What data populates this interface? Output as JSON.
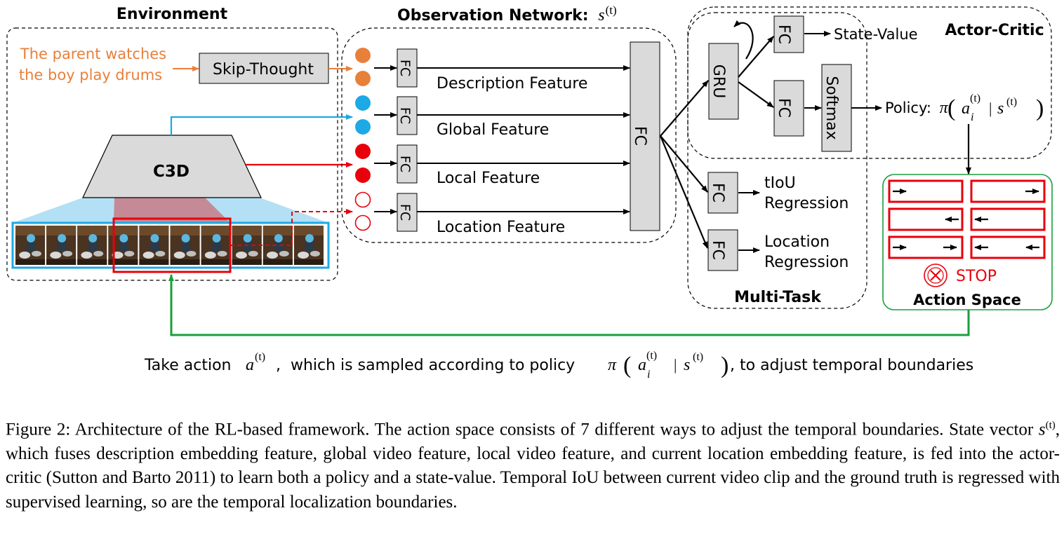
{
  "environment": {
    "title": "Environment",
    "sentence_line1": "The parent watches",
    "sentence_line2": "the boy play drums",
    "skip_thought": "Skip-Thought",
    "c3d": "C3D"
  },
  "observation": {
    "title": "Observation Network:",
    "state_symbol": "s",
    "state_sup": "(t)",
    "fc": "FC",
    "features": [
      "Description Feature",
      "Global Feature",
      "Local Feature",
      "Location Feature"
    ],
    "fusion_fc": "FC"
  },
  "actor_critic": {
    "title": "Actor-Critic",
    "gru": "GRU",
    "fc": "FC",
    "state_value": "State-Value",
    "softmax": "Softmax",
    "policy_label": "Policy:",
    "pi": "π",
    "a": "a",
    "sub_i": "i",
    "sup_t": "(t)",
    "bar": "|",
    "s": "s"
  },
  "multi_task": {
    "title": "Multi-Task",
    "fc": "FC",
    "tiou_line1": "tIoU",
    "tiou_line2": "Regression",
    "loc_line1": "Location",
    "loc_line2": "Regression"
  },
  "action_space": {
    "title": "Action Space",
    "stop": "STOP"
  },
  "feedback": {
    "part1": "Take action",
    "a": "a",
    "sup_t": "(t)",
    "part2": ",  which is sampled according to policy",
    "pi": "π",
    "sub_i": "i",
    "s": "s",
    "bar": "|",
    "part3": ", to adjust temporal boundaries"
  },
  "caption": {
    "p1": "Figure 2: Architecture of the RL-based framework. The action space consists of 7 different ways to adjust the temporal boundaries. State vector ",
    "s": "s",
    "sup": "(t)",
    "p2": ", which fuses description embedding feature, global video feature, local video feature, and current location embedding feature, is fed into the actor-critic (Sutton and Barto 2011) to learn both a policy and a state-value. Temporal IoU between current video clip and the ground truth is regressed with supervised learning, so are the temporal localization boundaries."
  },
  "colors": {
    "orange": "#e8803a",
    "blue": "#1ca9e6",
    "red": "#e8000b",
    "green": "#1b9e3c",
    "box_fill": "#dadada"
  },
  "icons": [
    "stop-icon",
    "arrow-right-icon",
    "arrow-left-icon",
    "recurrent-loop-icon"
  ]
}
